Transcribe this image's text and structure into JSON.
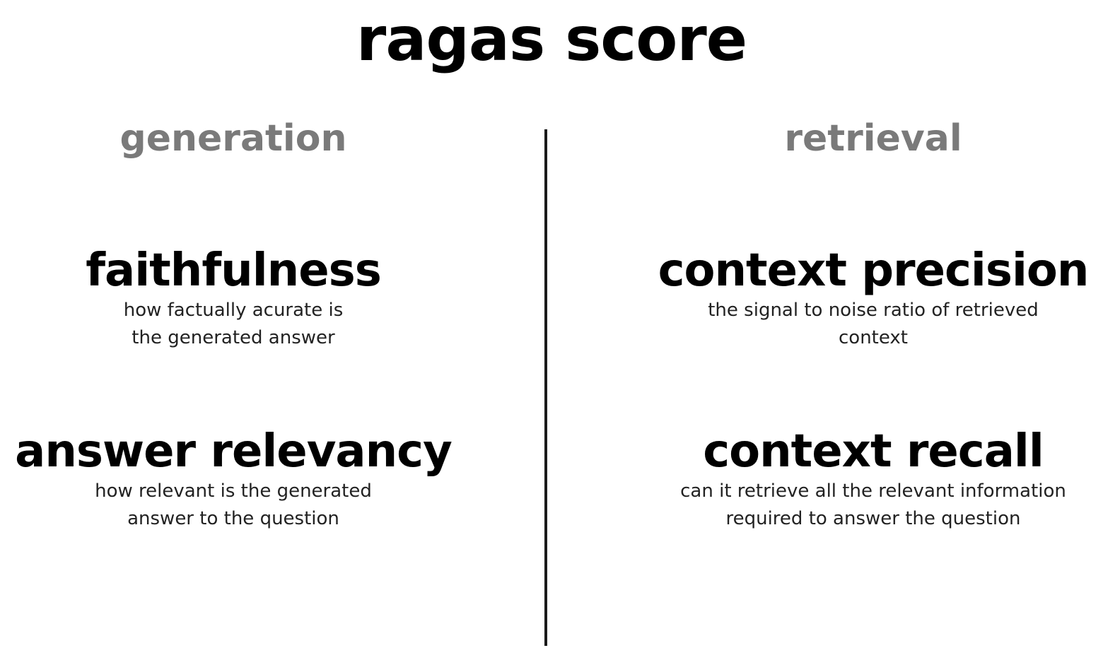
{
  "title": "ragas score",
  "columns": [
    {
      "heading": "generation",
      "metrics": [
        {
          "name": "faithfulness",
          "desc_lines": [
            "how factually acurate is",
            "the generated answer"
          ]
        },
        {
          "name": "answer relevancy",
          "desc_lines": [
            "how relevant is the generated",
            "answer to the question"
          ]
        }
      ]
    },
    {
      "heading": "retrieval",
      "metrics": [
        {
          "name": "context precision",
          "desc_lines": [
            "the signal to noise ratio of retrieved",
            "context"
          ]
        },
        {
          "name": "context recall",
          "desc_lines": [
            "can it retrieve all the relevant information",
            "required to answer the question"
          ]
        }
      ]
    }
  ],
  "colors": {
    "heading": "#7a7a7a",
    "text": "#000000",
    "divider": "#1a1a1a"
  }
}
